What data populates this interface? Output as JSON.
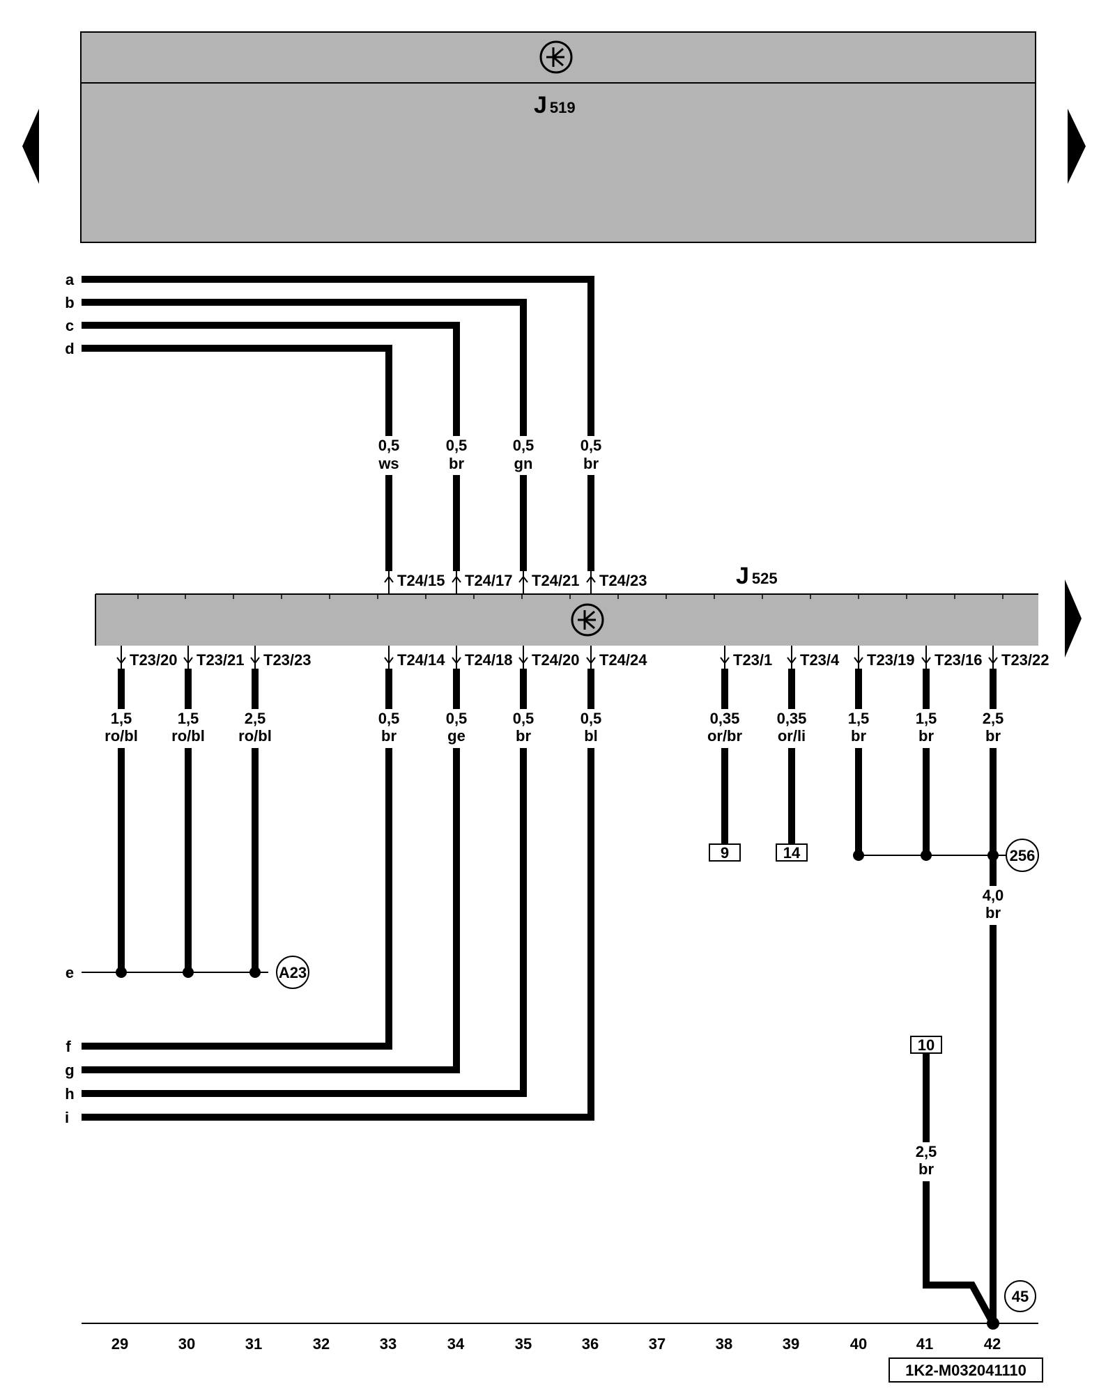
{
  "modules": {
    "top": {
      "main": "J",
      "sub": "519"
    },
    "middle": {
      "main": "J",
      "sub": "525"
    }
  },
  "nav": {
    "prev_label": "previous page",
    "next_label": "next page"
  },
  "left_letters": [
    "a",
    "b",
    "c",
    "d",
    "e",
    "f",
    "g",
    "h",
    "i"
  ],
  "upper_wires": [
    {
      "size": "0,5",
      "color": "ws",
      "pin": "T24/15"
    },
    {
      "size": "0,5",
      "color": "br",
      "pin": "T24/17"
    },
    {
      "size": "0,5",
      "color": "gn",
      "pin": "T24/21"
    },
    {
      "size": "0,5",
      "color": "br",
      "pin": "T24/23"
    }
  ],
  "lower_wires": [
    {
      "size": "1,5",
      "color": "ro/bl",
      "pin": "T23/20"
    },
    {
      "size": "1,5",
      "color": "ro/bl",
      "pin": "T23/21"
    },
    {
      "size": "2,5",
      "color": "ro/bl",
      "pin": "T23/23"
    },
    {
      "size": "0,5",
      "color": "br",
      "pin": "T24/14"
    },
    {
      "size": "0,5",
      "color": "ge",
      "pin": "T24/18"
    },
    {
      "size": "0,5",
      "color": "br",
      "pin": "T24/20"
    },
    {
      "size": "0,5",
      "color": "bl",
      "pin": "T24/24"
    },
    {
      "size": "0,35",
      "color": "or/br",
      "pin": "T23/1"
    },
    {
      "size": "0,35",
      "color": "or/li",
      "pin": "T23/4"
    },
    {
      "size": "1,5",
      "color": "br",
      "pin": "T23/19"
    },
    {
      "size": "1,5",
      "color": "br",
      "pin": "T23/16"
    },
    {
      "size": "2,5",
      "color": "br",
      "pin": "T23/22"
    }
  ],
  "ground_wire": {
    "size": "4,0",
    "color": "br"
  },
  "wire_10": {
    "size": "2,5",
    "color": "br"
  },
  "boxes": {
    "b9": "9",
    "b14": "14",
    "b10": "10"
  },
  "circles": {
    "a23": "A23",
    "c256": "256",
    "c45": "45"
  },
  "columns": [
    "29",
    "30",
    "31",
    "32",
    "33",
    "34",
    "35",
    "36",
    "37",
    "38",
    "39",
    "40",
    "41",
    "42"
  ],
  "reference": "1K2-M032041110"
}
